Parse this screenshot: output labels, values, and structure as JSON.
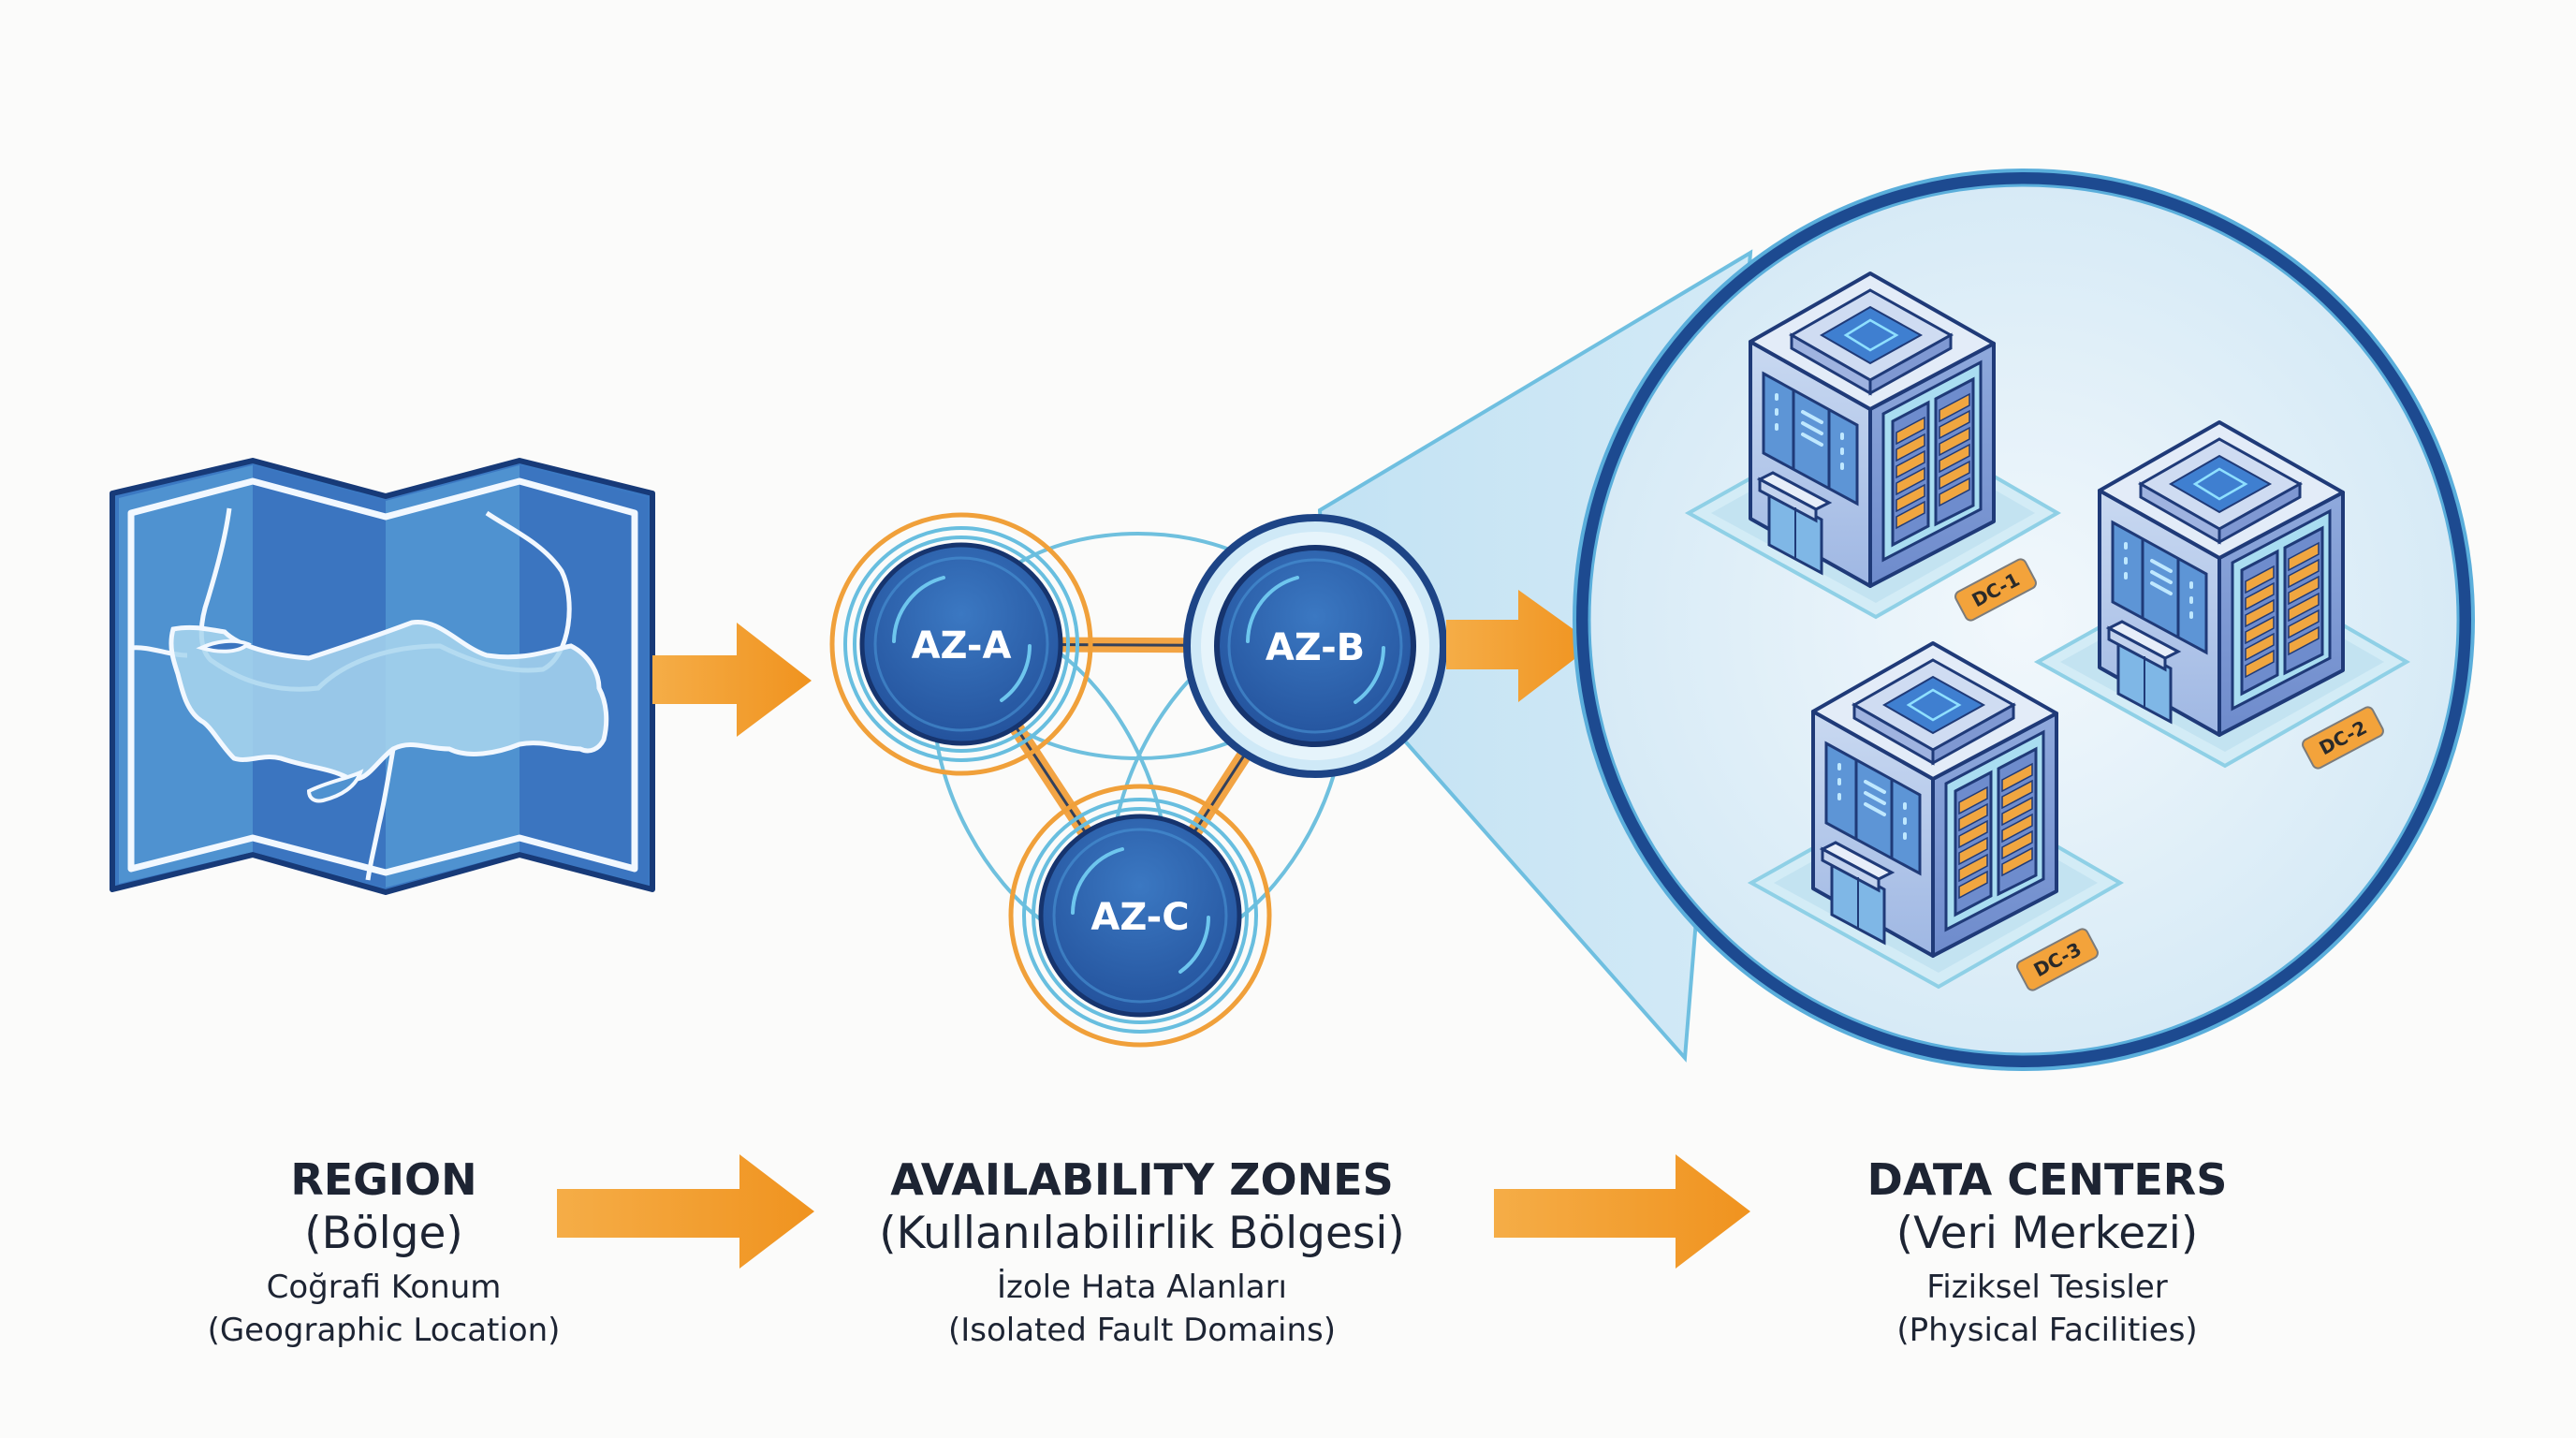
{
  "diagram": {
    "subject": "Cloud infrastructure hierarchy",
    "colors": {
      "primary_blue": "#2f5fa8",
      "dark_navy": "#1b3f7f",
      "light_blue": "#5fb6dc",
      "pale_blue": "#dbeef8",
      "accent_orange": "#f29a2e",
      "text_dark": "#1d2433",
      "background": "#fbfbfa"
    },
    "icons": {
      "region": "folded-map-icon",
      "zones": "connected-nodes-icon",
      "datacenters": "isometric-building-icon"
    }
  },
  "region": {
    "title": "REGION",
    "subtitle": "(Bölge)",
    "desc_tr": "Coğrafi Konum",
    "desc_en": "(Geographic Location)"
  },
  "zones": {
    "title": "AVAILABILITY ZONES",
    "subtitle": "(Kullanılabilirlik Bölgesi)",
    "desc_tr": "İzole Hata Alanları",
    "desc_en": "(Isolated Fault Domains)",
    "nodes": [
      {
        "id": "a",
        "label": "AZ-A"
      },
      {
        "id": "b",
        "label": "AZ-B"
      },
      {
        "id": "c",
        "label": "AZ-C"
      }
    ]
  },
  "datacenters": {
    "title": "DATA CENTERS",
    "subtitle": "(Veri Merkezi)",
    "desc_tr": "Fiziksel Tesisler",
    "desc_en": "(Physical Facilities)",
    "buildings": [
      {
        "id": "dc1",
        "label": "DC-1"
      },
      {
        "id": "dc2",
        "label": "DC-2"
      },
      {
        "id": "dc3",
        "label": "DC-3"
      }
    ]
  }
}
